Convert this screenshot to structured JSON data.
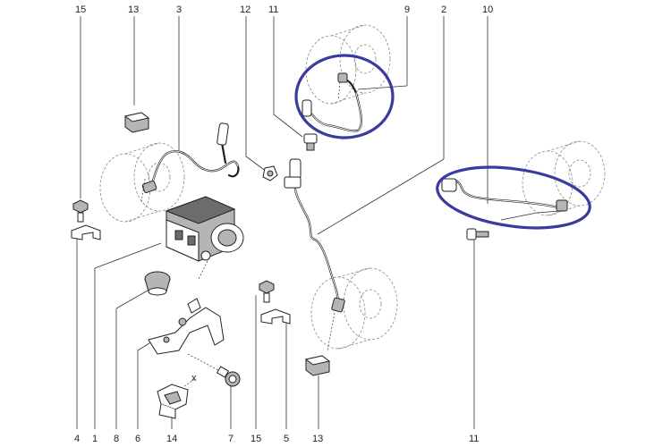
{
  "callouts": {
    "c15_top": "15",
    "c13_top": "13",
    "c3": "3",
    "c12": "12",
    "c11_top": "11",
    "c9": "9",
    "c2": "2",
    "c10": "10",
    "c4": "4",
    "c1": "1",
    "c8": "8",
    "c6": "6",
    "c14": "14",
    "c7": "7",
    "c15_bottom": "15",
    "c5": "5",
    "c13_bottom": "13",
    "c11_bottom": "11"
  },
  "highlight_color": "#3a3aa0"
}
